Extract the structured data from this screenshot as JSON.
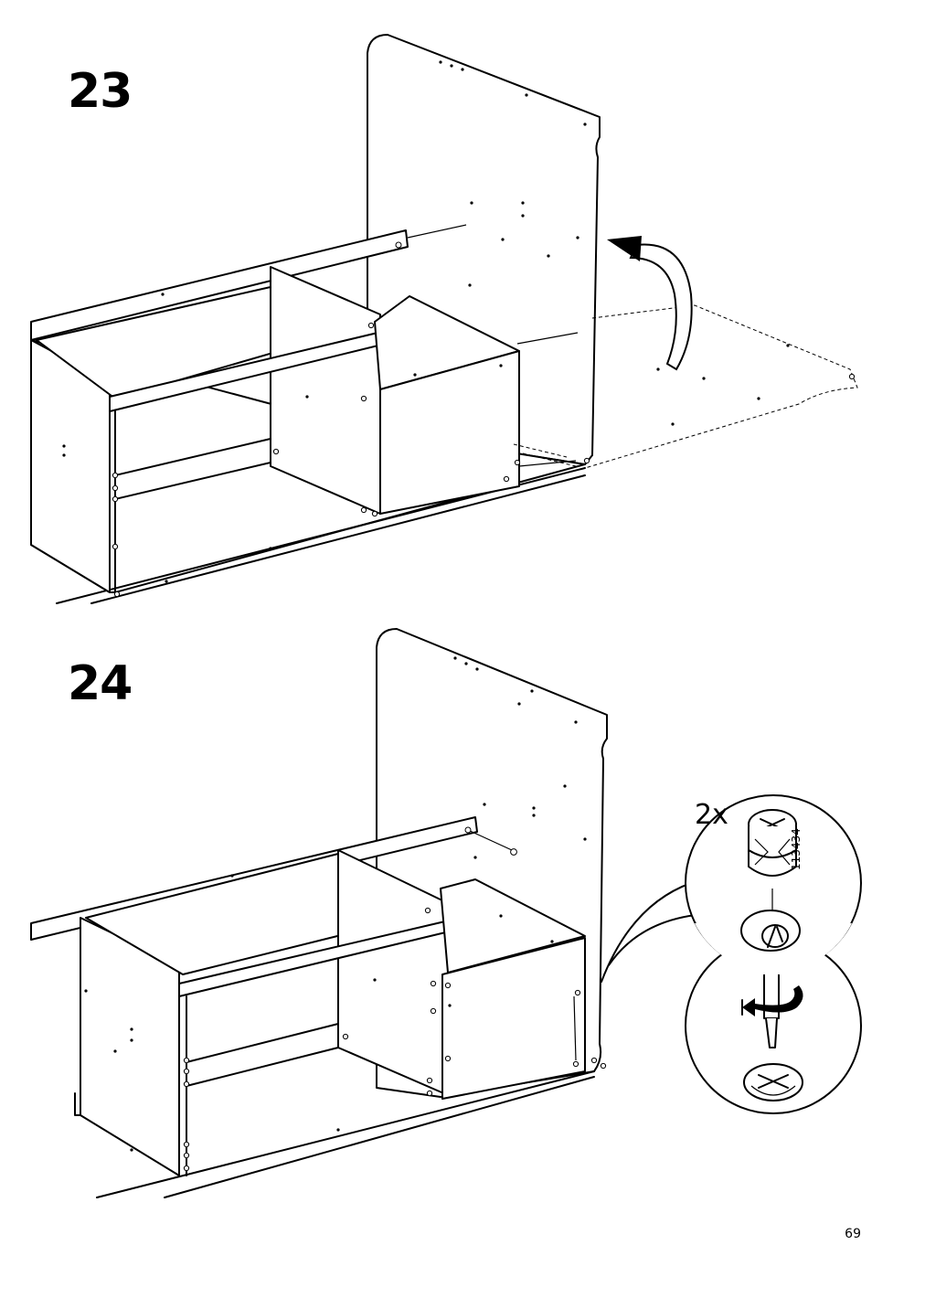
{
  "steps": [
    {
      "number": "23"
    },
    {
      "number": "24"
    }
  ],
  "detail": {
    "quantity": "2x",
    "part_id": "113434"
  },
  "page_number": "69",
  "icons": [
    "rotate-arrow-icon",
    "cam-lock-icon",
    "screwdriver-turn-icon"
  ]
}
